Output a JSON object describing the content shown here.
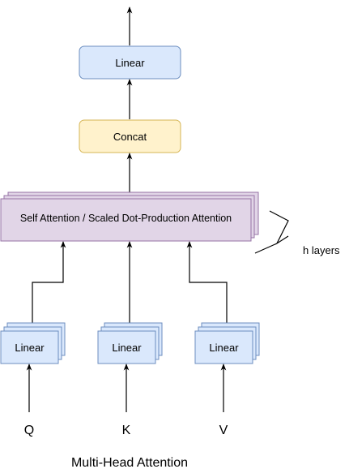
{
  "diagram": {
    "caption": "Multi-Head Attention",
    "final_linear_label": "Linear",
    "concat_label": "Concat",
    "attention_label": "Self Attention / Scaled Dot-Production Attention",
    "layers_label": "h layers",
    "inputs": [
      {
        "input_label": "Q",
        "linear_label": "Linear"
      },
      {
        "input_label": "K",
        "linear_label": "Linear"
      },
      {
        "input_label": "V",
        "linear_label": "Linear"
      }
    ]
  },
  "colors": {
    "linear_fill": "#dae8fc",
    "linear_stroke": "#6c8ebf",
    "concat_fill": "#fff2cc",
    "concat_stroke": "#d6b656",
    "attention_fill": "#e1d5e7",
    "attention_stroke": "#9673a6",
    "line": "#000000",
    "text": "#000000"
  }
}
